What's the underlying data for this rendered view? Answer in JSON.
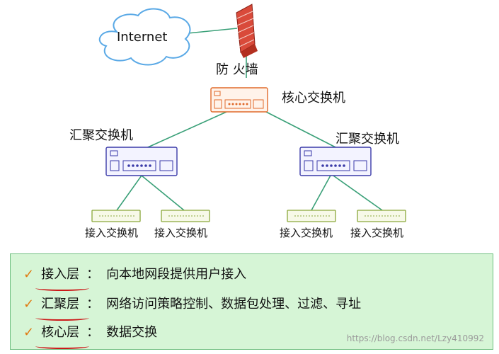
{
  "diagram": {
    "cloud_label": "Internet",
    "firewall_label": "防 火墙",
    "core_label": "核心交换机",
    "aggregation_left_label": "汇聚交换机",
    "aggregation_right_label": "汇聚交换机",
    "access_labels": [
      "接入交换机",
      "接入交换机",
      "接入交换机",
      "接入交换机"
    ]
  },
  "legend": {
    "rows": [
      {
        "term": "接入层",
        "separator": "：",
        "desc": "向本地网段提供用户接入"
      },
      {
        "term": "汇聚层",
        "separator": "：",
        "desc": "网络访问策略控制、数据包处理、过滤、寻址"
      },
      {
        "term": "核心层",
        "separator": "：",
        "desc": "数据交换"
      }
    ]
  },
  "watermark": "https://blog.csdn.net/Lzy410992",
  "colors": {
    "cloud_stroke": "#5aa9e6",
    "firewall": "#c8322a",
    "core_switch": "#e06a2a",
    "aggregation_switch": "#3a3aa8",
    "access_switch": "#8aa83a",
    "links": "#3aa078",
    "legend_bg": "#d6f5d6",
    "underline": "#cc1a1a",
    "check": "#e07a10"
  }
}
